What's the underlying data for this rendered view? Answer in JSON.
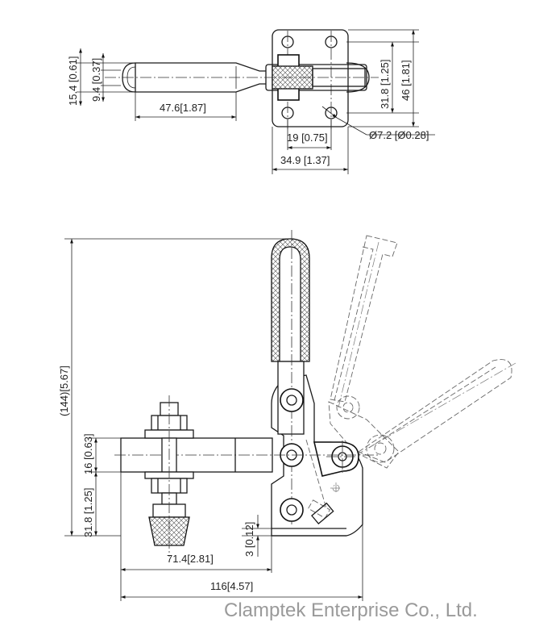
{
  "top_view": {
    "dims": {
      "d_15_4": "15.4 [0.61]",
      "d_9_4": "9.4 [0.37]",
      "d_47_6": "47.6[1.87]",
      "d_31_8": "31.8 [1.25]",
      "d_46": "46 [1.81]",
      "d_7_2": "Ø7.2 [Ø0.28]",
      "d_19": "19 [0.75]",
      "d_34_9": "34.9 [1.37]"
    }
  },
  "side_view": {
    "dims": {
      "d_144": "(144)[5.67]",
      "d_16": "16 [0.63]",
      "d_31_8": "31.8 [1.25]",
      "d_3": "3 [0.12]",
      "d_71_4": "71.4[2.81]",
      "d_116": "116[4.57]"
    }
  },
  "brand": "Clamptek Enterprise Co., Ltd."
}
